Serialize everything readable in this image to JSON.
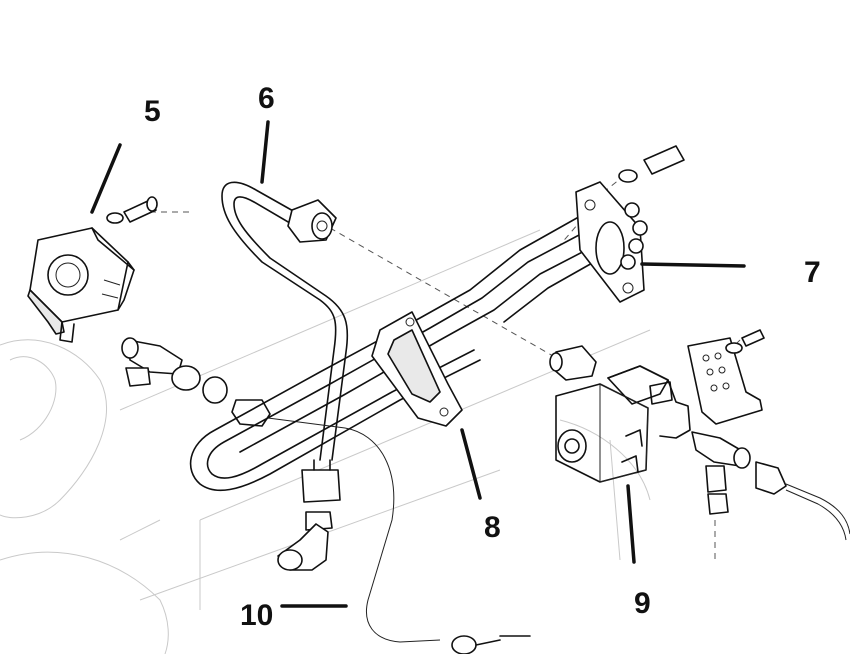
{
  "diagram": {
    "parts": [
      {
        "callout": "5",
        "name": "bracket-with-screw"
      },
      {
        "callout": "6",
        "name": "injector-pipe"
      },
      {
        "callout": "7",
        "name": "heater-element"
      },
      {
        "callout": "8",
        "name": "gasket"
      },
      {
        "callout": "9",
        "name": "solenoid-valve"
      },
      {
        "callout": "10",
        "name": "capillary-tube"
      }
    ],
    "highlight_color": "#f2e100",
    "line_color": "#111111"
  }
}
